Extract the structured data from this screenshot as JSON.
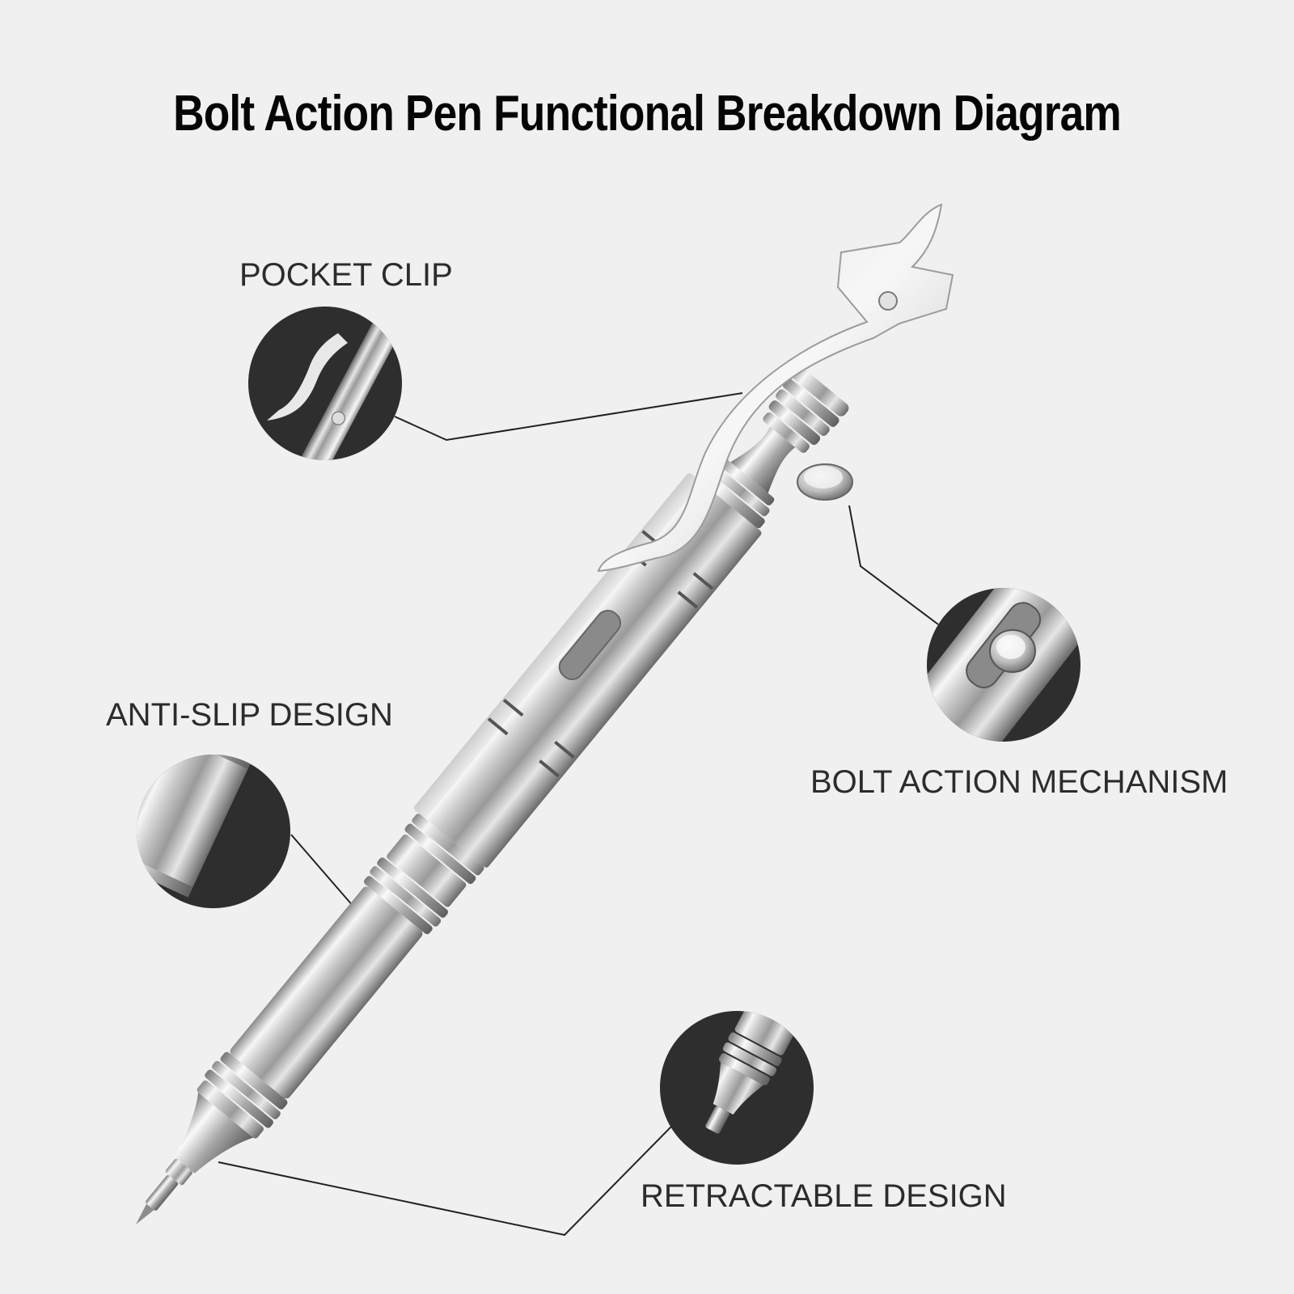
{
  "title": "Bolt Action Pen Functional Breakdown Diagram",
  "callouts": {
    "pocket_clip": "POCKET CLIP",
    "anti_slip": "ANTI-SLIP DESIGN",
    "bolt_action": "BOLT ACTION MECHANISM",
    "retractable": "RETRACTABLE DESIGN"
  },
  "colors": {
    "background": "#f0f0f0",
    "circle_fill": "#2e2e2e",
    "metal_light": "#f4f4f4",
    "metal_mid": "#b8b8b8",
    "metal_dark": "#6e6e6e",
    "leader_line": "#222222"
  }
}
